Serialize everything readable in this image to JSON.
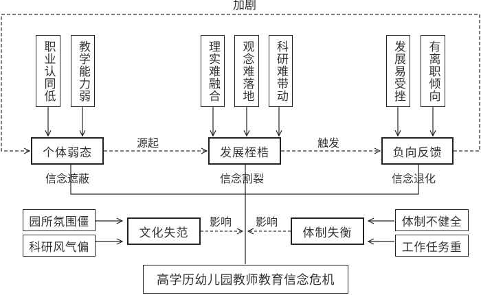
{
  "diagram": {
    "feedback_label": "加剧",
    "stages": [
      {
        "title": "个体弱态",
        "belief_label": "信念遮蔽",
        "causes": [
          "职业认同低",
          "教学能力弱"
        ]
      },
      {
        "title": "发展桎梏",
        "belief_label": "信念割裂",
        "causes": [
          "理实难融合",
          "观念难落地",
          "科研难带动"
        ]
      },
      {
        "title": "负向反馈",
        "belief_label": "信念退化",
        "causes": [
          "发展易受挫",
          "有离职倾向"
        ]
      }
    ],
    "stage_links": [
      "源起",
      "触发"
    ],
    "culture": {
      "title": "文化失范",
      "causes": [
        "园所氛围僵",
        "科研风气偏"
      ],
      "link_label": "影响"
    },
    "system": {
      "title": "体制失衡",
      "causes": [
        "体制不健全",
        "工作任务重"
      ],
      "link_label": "影响"
    },
    "outcome": "高学历幼儿园教师教育信念危机"
  }
}
